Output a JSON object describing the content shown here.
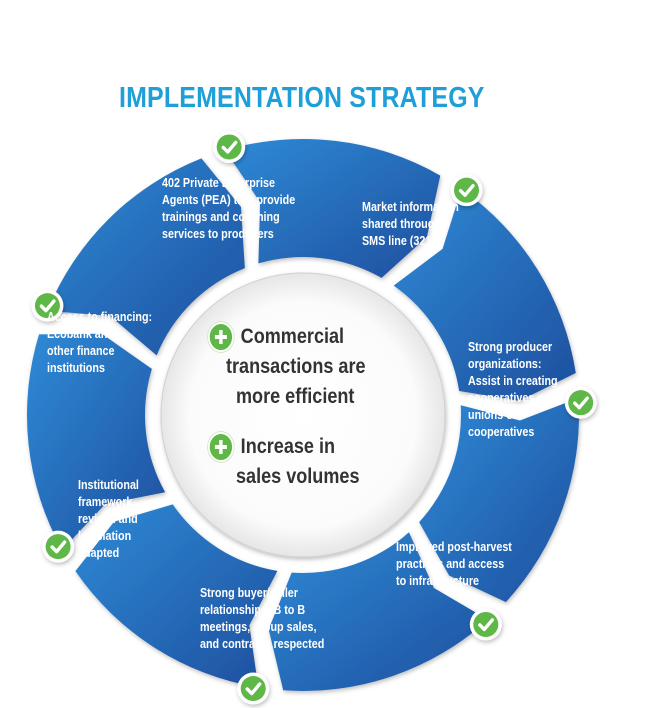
{
  "title": "IMPLEMENTATION STRATEGY",
  "colors": {
    "title": "#1e9fd8",
    "segment_dark": "#1d4f9e",
    "segment_light": "#2f8ad6",
    "check_green": "#5fb747",
    "center_text": "#333333"
  },
  "segments": [
    {
      "name": "seg-pea",
      "lines": [
        "402 Private Enterprise",
        "Agents (PEA) that provide",
        "trainings and coaching",
        "services to producers"
      ]
    },
    {
      "name": "seg-market-info",
      "lines": [
        "Market information",
        "shared through",
        "SMS line (321)"
      ]
    },
    {
      "name": "seg-producer-orgs",
      "lines": [
        "Strong producer",
        "organizations:",
        "Assist in creating",
        "cooperatives and",
        "unions of",
        "cooperatives"
      ]
    },
    {
      "name": "seg-post-harvest",
      "lines": [
        "Improved post-harvest",
        "practices and access",
        "to infrastructure"
      ]
    },
    {
      "name": "seg-buyer-seller",
      "lines": [
        "Strong buyer/seller",
        "relationships: B to B",
        "meetings, group sales,",
        "and contracts respected"
      ]
    },
    {
      "name": "seg-institutional",
      "lines": [
        "Institutional",
        "framework",
        "revised and",
        "legislation",
        "adapted"
      ]
    },
    {
      "name": "seg-financing",
      "lines": [
        "Access to financing:",
        "Ecobank and",
        "other finance",
        "institutions"
      ]
    }
  ],
  "center": {
    "outcomes": [
      {
        "lines": [
          "Commercial",
          "transactions are",
          "more efficient"
        ]
      },
      {
        "lines": [
          "Increase in",
          "sales volumes"
        ]
      }
    ]
  },
  "check_icon": "check-circle-icon",
  "plus_icon": "plus-circle-icon"
}
